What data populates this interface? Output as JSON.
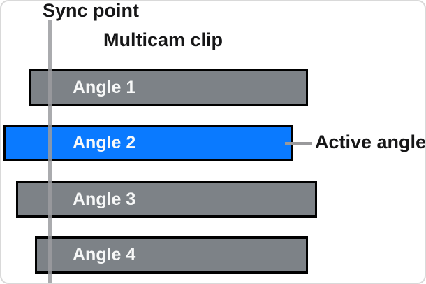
{
  "figure": {
    "sync_point_label": "Sync point",
    "multicam_clip_label": "Multicam clip",
    "active_angle_label": "Active angle",
    "angles": [
      {
        "label": "Angle 1",
        "active": false
      },
      {
        "label": "Angle 2",
        "active": true
      },
      {
        "label": "Angle 3",
        "active": false
      },
      {
        "label": "Angle 4",
        "active": false
      }
    ],
    "colors": {
      "active_bar": "#0a7aff",
      "inactive_bar": "#7d8287",
      "bar_border": "#000000",
      "bar_text": "#f7f8f8",
      "caption_text": "#161617",
      "sync_line": "#9b9ca0",
      "connector_line": "#99999b"
    }
  }
}
